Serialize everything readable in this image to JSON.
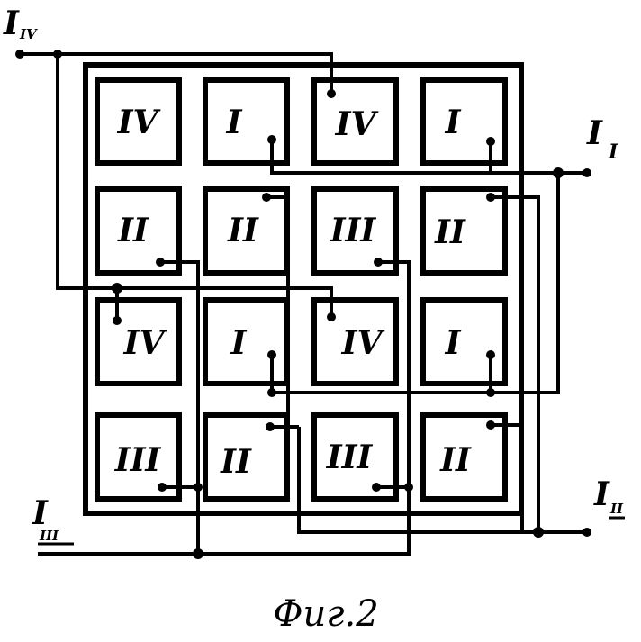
{
  "terminals": {
    "t1": {
      "letter": "I",
      "sub": "I"
    },
    "t2": {
      "letter": "I",
      "sub": "II"
    },
    "t3": {
      "letter": "I",
      "sub": "III"
    },
    "t4": {
      "letter": "I",
      "sub": "IV"
    }
  },
  "cells": [
    [
      "IV",
      "I",
      "IV",
      "I"
    ],
    [
      "II",
      "II",
      "III",
      "II"
    ],
    [
      "IV",
      "I",
      "IV",
      "I"
    ],
    [
      "III",
      "II",
      "III",
      "II"
    ]
  ],
  "caption": "Фиг.2"
}
